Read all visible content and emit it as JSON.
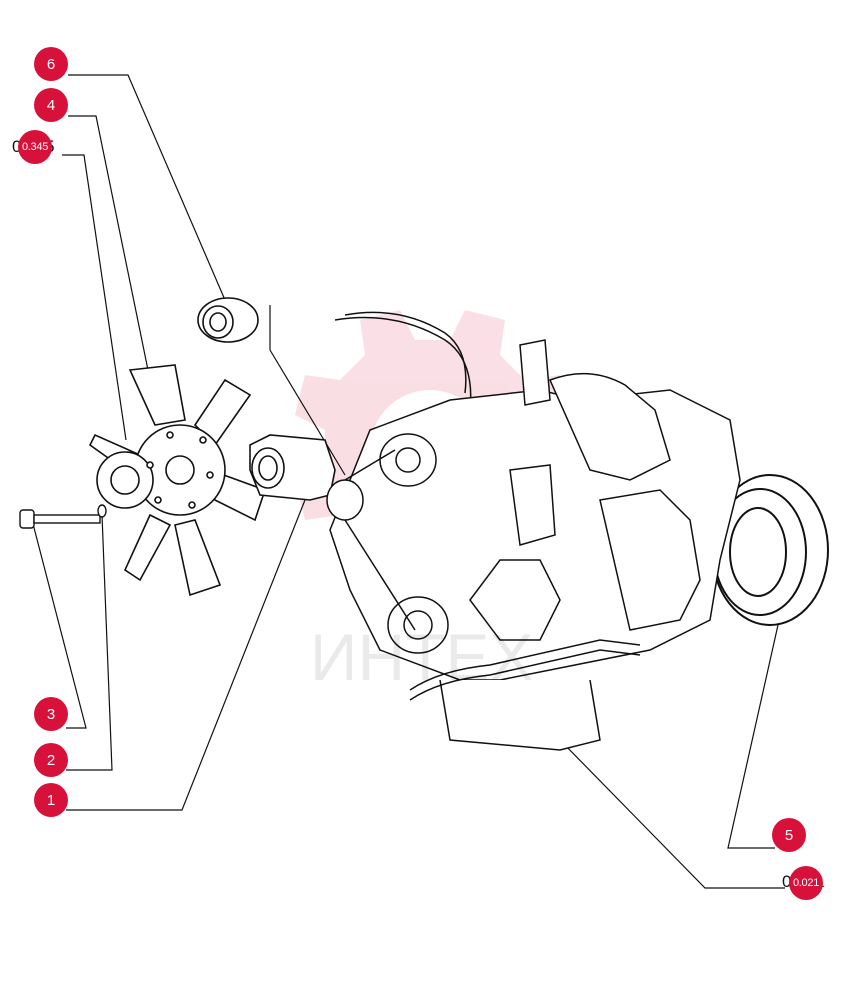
{
  "callouts": {
    "c6": "6",
    "c4": "4",
    "c0345": "0.345",
    "c3": "3",
    "c2": "2",
    "c1": "1",
    "c5": "5",
    "c0021": "0.021"
  },
  "ref_labels": {
    "left_top": "0.345",
    "right_bottom": "0.021"
  },
  "watermark": {
    "text": "ИНТЕХ",
    "color": "#d8113a"
  },
  "colors": {
    "callout": "#d8113a",
    "line": "#111111"
  }
}
